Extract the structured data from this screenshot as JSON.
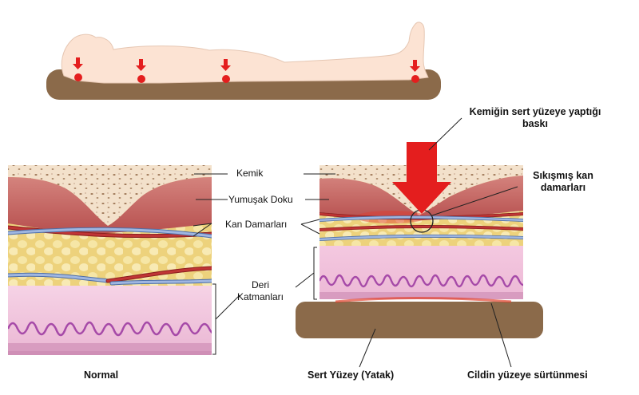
{
  "labels": {
    "bone": "Kemik",
    "soft_tissue": "Yumuşak Doku",
    "vessels": "Kan Damarları",
    "skin_line1": "Deri",
    "skin_line2": "Katmanları",
    "normal": "Normal",
    "pressure_line1": "Kemiğin sert yüzeye yaptığı",
    "pressure_line2": "baskı",
    "compressed_line1": "Sıkışmış kan",
    "compressed_line2": "damarları",
    "hard_surface": "Sert Yüzey (Yatak)",
    "friction": "Cildin yüzeye sürtünmesi"
  },
  "colors": {
    "mattress": "#8b6a4a",
    "body": "#fce3d3",
    "pressure_point": "#e41e1e",
    "bone": "#f1dcc3",
    "soft_tissue": "#c86a68",
    "fat": "#f0d98a",
    "skin": "#f3c6df",
    "dermis_wave": "#a64aa8",
    "artery": "#b22525",
    "vein": "#6f8fc8"
  }
}
